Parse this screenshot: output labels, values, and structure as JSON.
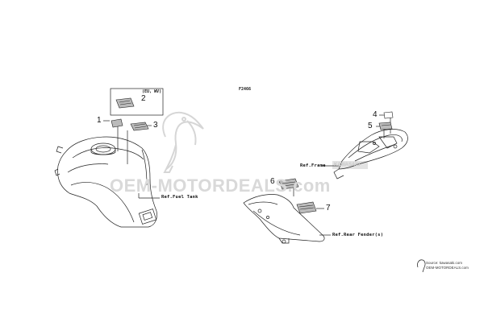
{
  "diagram": {
    "code": "F2466",
    "parts": {
      "p1": "1",
      "p2": "2",
      "p3": "3",
      "p4": "4",
      "p5": "5",
      "p6": "6",
      "p7": "7"
    },
    "region_note": "(EU, WV)",
    "refs": {
      "fuel_tank": "Ref.Fuel Tank",
      "frame": "Ref.Frame",
      "rear_fender": "Ref.Rear Fender(s)"
    }
  },
  "watermark": {
    "text": "OEM-MOTORDEALS.com",
    "source_line": "Source: kawasaki.com",
    "source_brand": "OEM-MOTORDEALS.com",
    "side_mark": "KAWASAKI"
  },
  "colors": {
    "line": "#222222",
    "watermark": "#d9d9d9",
    "label_fill": "#bbbbbb"
  }
}
